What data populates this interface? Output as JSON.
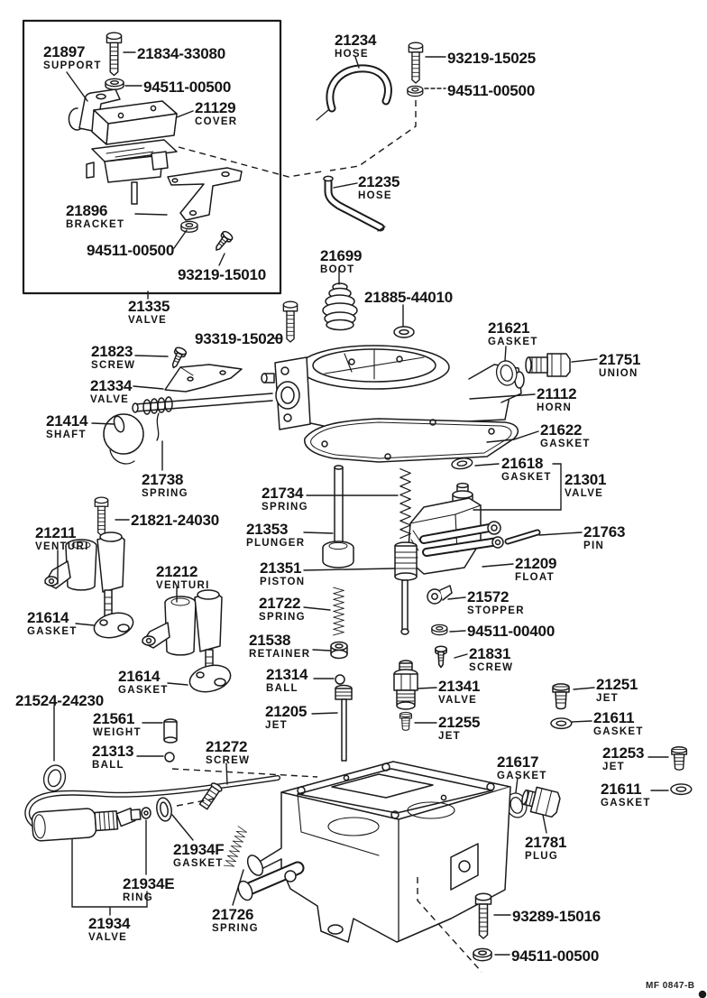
{
  "diagram": {
    "ink": "#1a1a1a",
    "background": "#ffffff",
    "watermark": "MF 0847-B"
  },
  "labels": {
    "support_21897": {
      "no": "21897",
      "name": "SUPPORT"
    },
    "bolt_21834": {
      "no": "21834-33080"
    },
    "washer_94511_a": {
      "no": "94511-00500"
    },
    "cover_21129": {
      "no": "21129",
      "name": "COVER"
    },
    "bracket_21896": {
      "no": "21896",
      "name": "BRACKET"
    },
    "nut_94511_b": {
      "no": "94511-00500"
    },
    "screw_93219_15010": {
      "no": "93219-15010"
    },
    "valve_21335": {
      "no": "21335",
      "name": "VALVE"
    },
    "hose_21234": {
      "no": "21234",
      "name": "HOSE"
    },
    "bolt_93219_15025": {
      "no": "93219-15025"
    },
    "nut_94511_c": {
      "no": "94511-00500"
    },
    "hose_21235": {
      "no": "21235",
      "name": "HOSE"
    },
    "boot_21699": {
      "no": "21699",
      "name": "BOOT"
    },
    "grommet_21885": {
      "no": "21885-44010"
    },
    "bolt_93319_15020": {
      "no": "93319-15020"
    },
    "gasket_21621": {
      "no": "21621",
      "name": "GASKET"
    },
    "union_21751": {
      "no": "21751",
      "name": "UNION"
    },
    "horn_21112": {
      "no": "21112",
      "name": "HORN"
    },
    "gasket_21622": {
      "no": "21622",
      "name": "GASKET"
    },
    "screw_21823": {
      "no": "21823",
      "name": "SCREW"
    },
    "valve_21334": {
      "no": "21334",
      "name": "VALVE"
    },
    "shaft_21414": {
      "no": "21414",
      "name": "SHAFT"
    },
    "spring_21738": {
      "no": "21738",
      "name": "SPRING"
    },
    "spring_21734": {
      "no": "21734",
      "name": "SPRING"
    },
    "plunger_21353": {
      "no": "21353",
      "name": "PLUNGER"
    },
    "piston_21351": {
      "no": "21351",
      "name": "PISTON"
    },
    "spring_21722": {
      "no": "21722",
      "name": "SPRING"
    },
    "retainer_21538": {
      "no": "21538",
      "name": "RETAINER"
    },
    "gasket_21618": {
      "no": "21618",
      "name": "GASKET"
    },
    "valve_21301": {
      "no": "21301",
      "name": "VALVE"
    },
    "pin_21763": {
      "no": "21763",
      "name": "PIN"
    },
    "float_21209": {
      "no": "21209",
      "name": "FLOAT"
    },
    "stopper_21572": {
      "no": "21572",
      "name": "STOPPER"
    },
    "nut_94511_00400": {
      "no": "94511-00400"
    },
    "screw_21831": {
      "no": "21831",
      "name": "SCREW"
    },
    "venturi_21211": {
      "no": "21211",
      "name": "VENTURI"
    },
    "bolt_21821": {
      "no": "21821-24030"
    },
    "venturi_21212": {
      "no": "21212",
      "name": "VENTURI"
    },
    "gasket_21614_a": {
      "no": "21614",
      "name": "GASKET"
    },
    "gasket_21614_b": {
      "no": "21614",
      "name": "GASKET"
    },
    "ball_21314": {
      "no": "21314",
      "name": "BALL"
    },
    "jet_21205": {
      "no": "21205",
      "name": "JET"
    },
    "valve_21341": {
      "no": "21341",
      "name": "VALVE"
    },
    "jet_21255": {
      "no": "21255",
      "name": "JET"
    },
    "jet_21251": {
      "no": "21251",
      "name": "JET"
    },
    "gasket_21611_a": {
      "no": "21611",
      "name": "GASKET"
    },
    "jet_21253": {
      "no": "21253",
      "name": "JET"
    },
    "gasket_21611_b": {
      "no": "21611",
      "name": "GASKET"
    },
    "oring_21524": {
      "no": "21524-24230"
    },
    "weight_21561": {
      "no": "21561",
      "name": "WEIGHT"
    },
    "ball_21313": {
      "no": "21313",
      "name": "BALL"
    },
    "screw_21272": {
      "no": "21272",
      "name": "SCREW"
    },
    "gasket_21617": {
      "no": "21617",
      "name": "GASKET"
    },
    "plug_21781": {
      "no": "21781",
      "name": "PLUG"
    },
    "gasket_21934f": {
      "no": "21934F",
      "name": "GASKET"
    },
    "ring_21934e": {
      "no": "21934E",
      "name": "RING"
    },
    "valve_21934": {
      "no": "21934",
      "name": "VALVE"
    },
    "spring_21726": {
      "no": "21726",
      "name": "SPRING"
    },
    "bolt_93289": {
      "no": "93289-15016"
    },
    "nut_94511_d": {
      "no": "94511-00500"
    }
  }
}
